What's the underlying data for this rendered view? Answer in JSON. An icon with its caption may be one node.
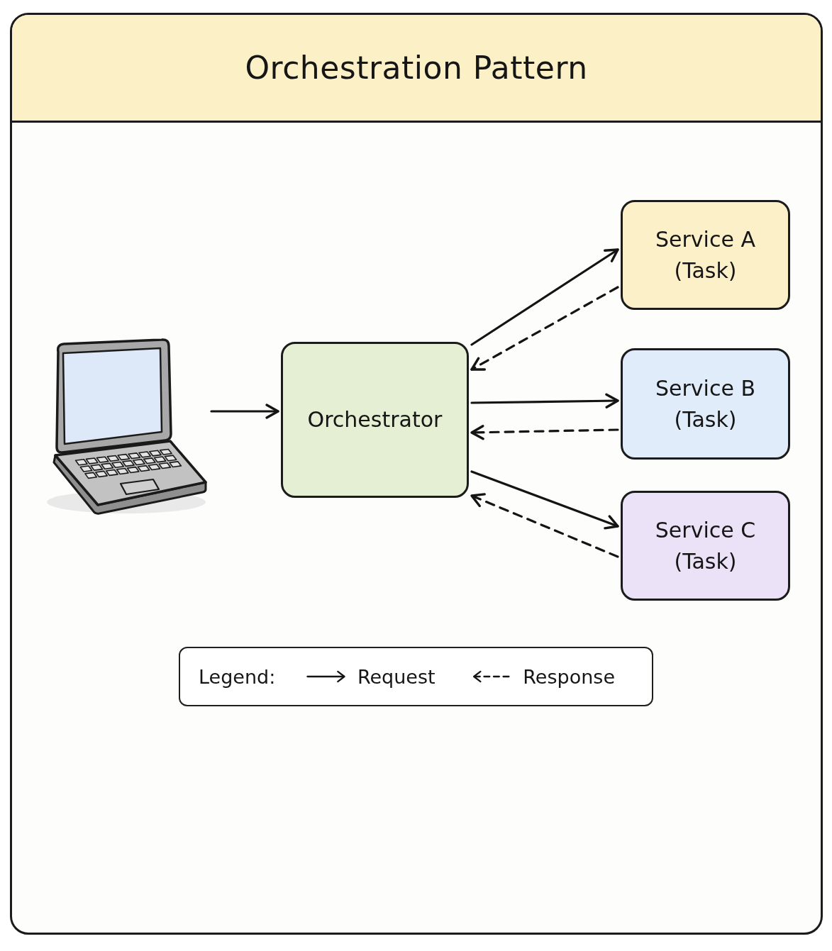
{
  "diagram": {
    "title": "Orchestration Pattern",
    "nodes": [
      {
        "text": [],
        "shape": "picture"
      },
      {
        "text": [
          "Orchestrator"
        ]
      },
      {
        "text": [
          "Service A (Task)"
        ]
      },
      {
        "text": [
          "Service B (Task)"
        ]
      },
      {
        "text": [
          "Service C (Task)"
        ]
      }
    ],
    "edges": [
      {
        "from": 0,
        "to": 1,
        "arrow": "to"
      },
      {
        "from": 1,
        "to": 2,
        "arrow": "to"
      },
      {
        "from": 2,
        "to": 1,
        "arrow": "to",
        "style": "dashed"
      },
      {
        "from": 1,
        "to": 3,
        "arrow": "to"
      },
      {
        "from": 3,
        "to": 1,
        "arrow": "to",
        "style": "dashed"
      },
      {
        "from": 1,
        "to": 4,
        "arrow": "to"
      },
      {
        "from": 4,
        "to": 1,
        "arrow": "to",
        "style": "dashed"
      }
    ],
    "labels": [
      "Legend:"
    ],
    "legend": [
      {
        "text": "Request"
      },
      {
        "text": "Response"
      }
    ]
  }
}
